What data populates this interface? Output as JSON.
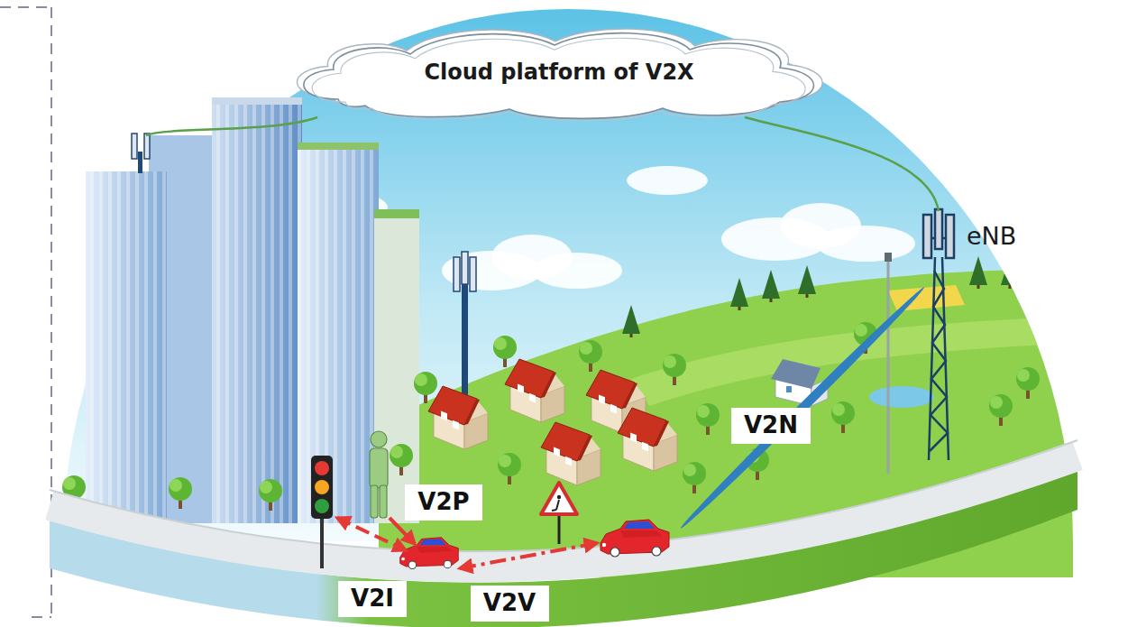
{
  "diagram": {
    "nodes": [
      {
        "text": [
          "Cloud platform of V2X"
        ]
      },
      {
        "text": [
          "V2N"
        ]
      },
      {
        "text": [
          "V2P"
        ]
      },
      {
        "text": [
          "V2I"
        ]
      },
      {
        "text": [
          "V2V"
        ]
      }
    ],
    "labels": [
      "eNB"
    ]
  }
}
